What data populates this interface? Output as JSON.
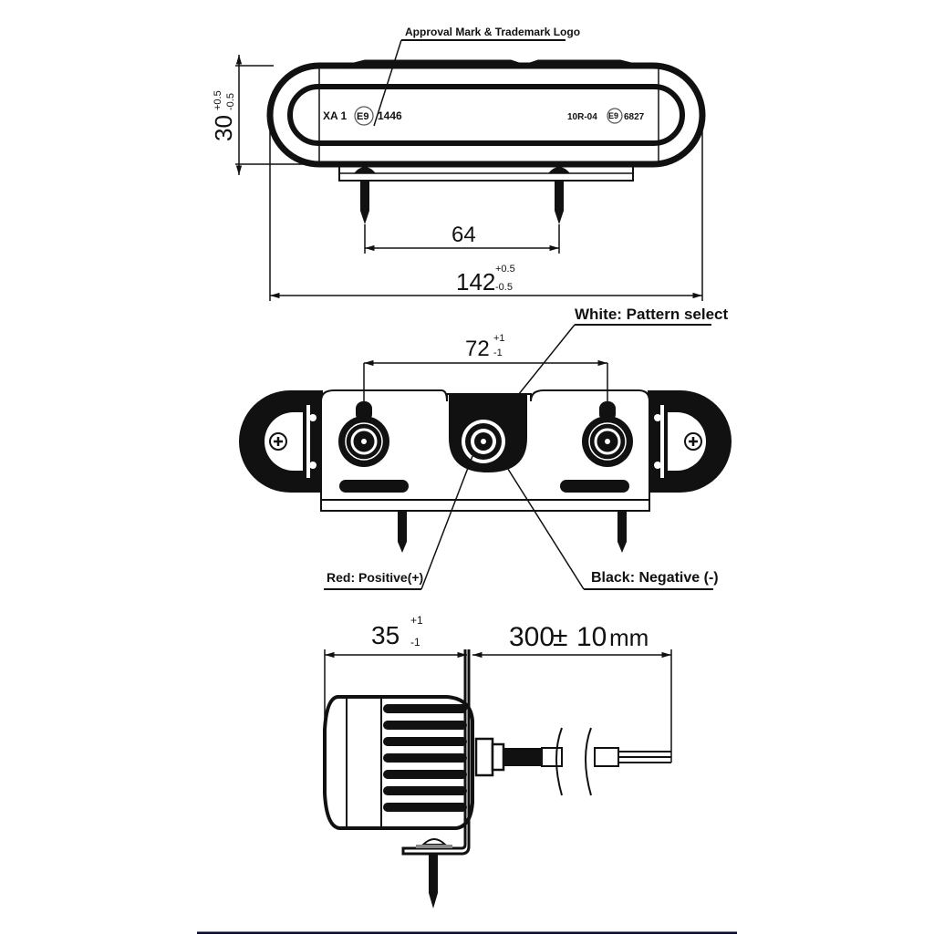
{
  "colors": {
    "ink": "#111111",
    "background": "#ffffff",
    "footer_rule": "#0b0b2e"
  },
  "top_view": {
    "callout": "Approval Mark & Trademark Logo",
    "marking_left": {
      "prefix": "XA 1",
      "mark": "E9",
      "number": "1446"
    },
    "marking_right": {
      "prefix": "10R-04",
      "mark": "E9",
      "number": "6827"
    },
    "height_dim": {
      "value": "30",
      "tol_plus": "+0.5",
      "tol_minus": "-0.5"
    },
    "screw_spacing_dim": {
      "value": "64"
    },
    "length_dim": {
      "value": "142",
      "tol_plus": "+0.5",
      "tol_minus": "-0.5"
    }
  },
  "rear_view": {
    "mount_spacing_dim": {
      "value": "72",
      "tol_plus": "+1",
      "tol_minus": "-1"
    },
    "wire_labels": {
      "white": "White: Pattern select",
      "red": "Red: Positive(+)",
      "black": "Black: Negative (-)"
    }
  },
  "side_view": {
    "depth_dim": {
      "value": "35",
      "tol_plus": "+1",
      "tol_minus": "-1"
    },
    "cable_dim": {
      "value": "300",
      "tol_sign": "±",
      "tol": "10",
      "unit": "mm"
    }
  }
}
